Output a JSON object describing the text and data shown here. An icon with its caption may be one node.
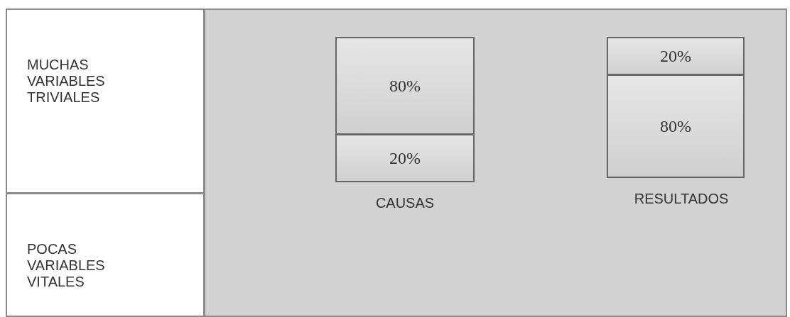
{
  "diagram": {
    "nodes": [
      {
        "text": [
          "MUCHAS VARIABLES TRIVIALES"
        ]
      },
      {
        "text": [
          "POCAS VARIABLES VITALES"
        ]
      },
      {
        "text": [],
        "shape": "box"
      },
      {
        "text": [
          "CAUSAS"
        ],
        "in": 2
      },
      {
        "text": [
          "80%"
        ],
        "in": 3
      },
      {
        "text": [
          "20%"
        ],
        "in": 3
      },
      {
        "text": [
          "RESULTADOS"
        ],
        "in": 2
      },
      {
        "text": [
          "20%"
        ],
        "in": 6
      },
      {
        "text": [
          "80%"
        ],
        "in": 6
      }
    ]
  }
}
